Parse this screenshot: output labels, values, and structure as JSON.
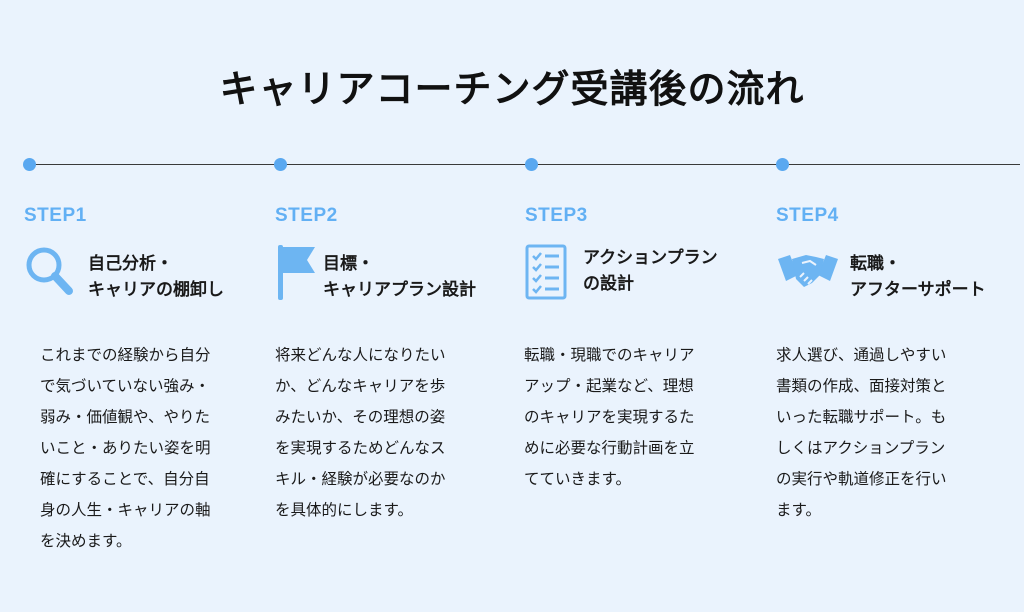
{
  "title": "キャリアコーチング受講後の流れ",
  "steps": [
    {
      "label": "STEP1",
      "icon": "magnifier-icon",
      "heading": [
        "自己分析・",
        "キャリアの棚卸し"
      ],
      "body": [
        "これまでの経験から自分",
        "で気づいていない強み・",
        "弱み・価値観や、やりた",
        "いこと・ありたい姿を明",
        "確にすることで、自分自",
        "身の人生・キャリアの軸",
        "を決めます。"
      ]
    },
    {
      "label": "STEP2",
      "icon": "flag-icon",
      "heading": [
        "目標・",
        "キャリアプラン設計"
      ],
      "body": [
        "将来どんな人になりたい",
        "か、どんなキャリアを歩",
        "みたいか、その理想の姿",
        "を実現するためどんなス",
        "キル・経験が必要なのか",
        "を具体的にします。"
      ]
    },
    {
      "label": "STEP3",
      "icon": "checklist-icon",
      "heading": [
        "アクションプラン",
        "の設計"
      ],
      "body": [
        "転職・現職でのキャリア",
        "アップ・起業など、理想",
        "のキャリアを実現するた",
        "めに必要な行動計画を立",
        "てていきます。"
      ]
    },
    {
      "label": "STEP4",
      "icon": "handshake-icon",
      "heading": [
        "転職・",
        "アフターサポート"
      ],
      "body": [
        "求人選び、通過しやすい",
        "書類の作成、面接対策と",
        "いった転職サポート。も",
        "しくはアクションプラン",
        "の実行や軌道修正を行い",
        "ます。"
      ]
    }
  ],
  "colors": {
    "accent": "#62b0f4",
    "background": "#eaf3fd",
    "icon": "#6db5f2"
  }
}
